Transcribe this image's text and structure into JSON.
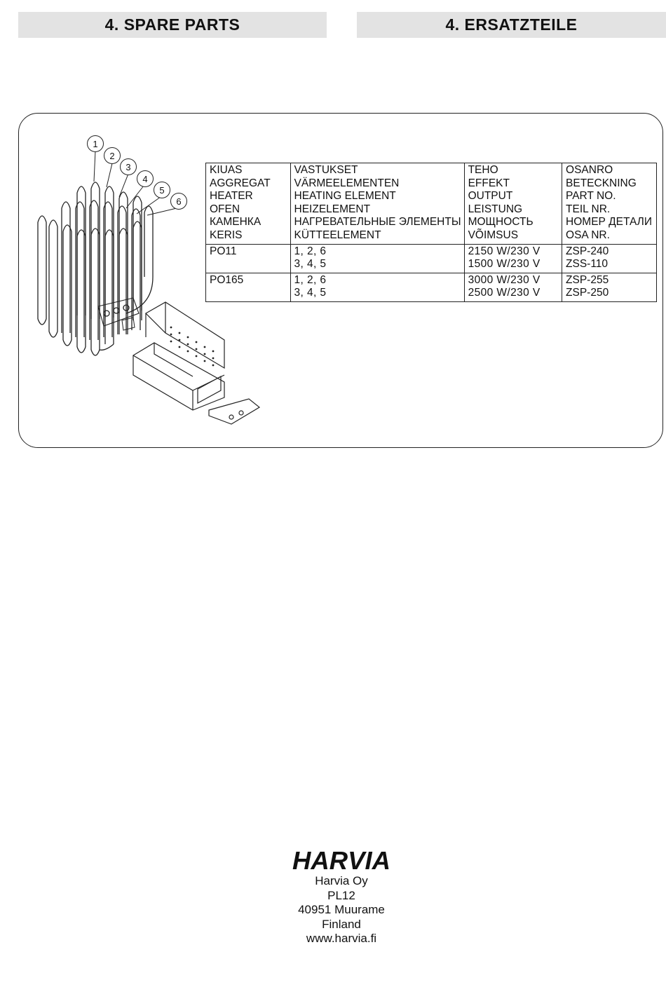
{
  "header": {
    "left_title": "4. SPARE PARTS",
    "right_title": "4. ERSATZTEILE"
  },
  "diagram": {
    "callouts": [
      "1",
      "2",
      "3",
      "4",
      "5",
      "6"
    ]
  },
  "parts_table": {
    "header": [
      [
        "KIUAS",
        "AGGREGAT",
        "HEATER",
        "OFEN",
        "КАМЕНКА",
        "KERIS"
      ],
      [
        "VASTUKSET",
        "VÄRMEELEMENTEN",
        "HEATING ELEMENT",
        "HEIZELEMENT",
        "НАГРЕВАТЕЛЬНЫЕ ЭЛЕМЕНТЫ",
        "KÜTTEELEMENT"
      ],
      [
        "TEHO",
        "EFFEKT",
        "OUTPUT",
        "LEISTUNG",
        "МОЩНОСТЬ",
        "VÕIMSUS"
      ],
      [
        "OSANRO",
        "BETECKNING",
        "PART NO.",
        "TEIL NR.",
        "НОМЕР ДЕТАЛИ",
        "OSA NR."
      ]
    ],
    "rows": [
      {
        "model": "PO11",
        "elements": [
          "1, 2, 6",
          "3, 4, 5"
        ],
        "output": [
          "2150 W/230 V",
          "1500 W/230 V"
        ],
        "part_no": [
          "ZSP-240",
          "ZSS-110"
        ]
      },
      {
        "model": "PO165",
        "elements": [
          "1, 2, 6",
          "3, 4, 5"
        ],
        "output": [
          "3000 W/230 V",
          "2500 W/230 V"
        ],
        "part_no": [
          "ZSP-255",
          "ZSP-250"
        ]
      }
    ]
  },
  "footer": {
    "logo_text": "HARVIA",
    "company": "Harvia Oy",
    "po_box": "PL12",
    "city": "40951 Muurame",
    "country": "Finland",
    "website": "www.harvia.fi"
  }
}
